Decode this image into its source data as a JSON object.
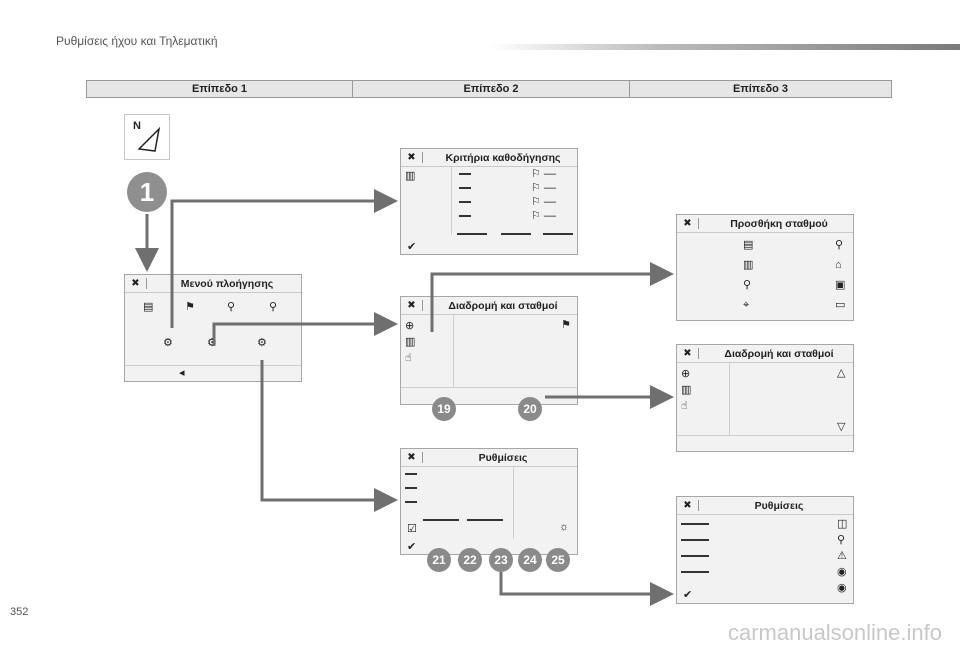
{
  "header": {
    "section_title": "Ρυθμίσεις ήχου και Τηλεματική"
  },
  "levels": [
    "Επίπεδο 1",
    "Επίπεδο 2",
    "Επίπεδο 3"
  ],
  "compass": {
    "letter": "N"
  },
  "callouts": {
    "main": "1",
    "a": "19",
    "b": "20",
    "c": "21",
    "d": "22",
    "e": "23",
    "f": "24",
    "g": "25"
  },
  "screens": {
    "nav_menu": {
      "title": "Μενού πλοήγησης"
    },
    "route_criteria": {
      "title": "Κριτήρια καθοδήγησης"
    },
    "route_stops_l2": {
      "title": "Διαδρομή και σταθμοί"
    },
    "settings_l2": {
      "title": "Ρυθμίσεις"
    },
    "add_stop": {
      "title": "Προσθήκη σταθμού"
    },
    "route_stops_l3": {
      "title": "Διαδρομή και σταθμοί"
    },
    "settings_l3": {
      "title": "Ρυθμίσεις"
    }
  },
  "icons": {
    "close": "close-icon",
    "confirm": "check-icon",
    "back": "back-icon",
    "settings": "gear-icon"
  },
  "footer": {
    "page_number": "352",
    "watermark": "carmanualsonline.info"
  }
}
